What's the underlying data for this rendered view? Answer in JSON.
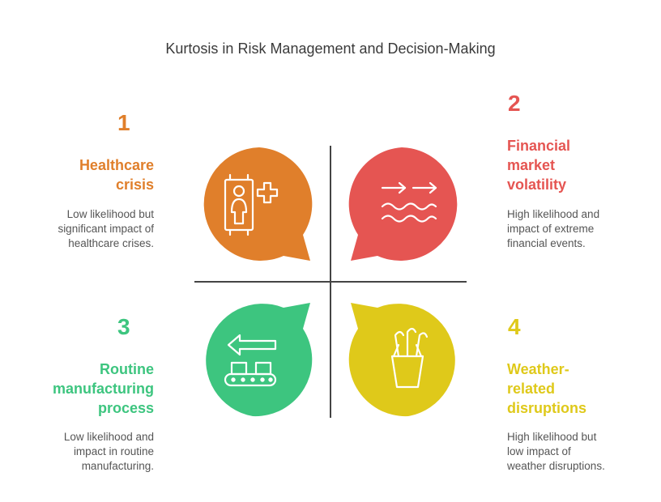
{
  "title": "Kurtosis in Risk Management and Decision-Making",
  "colors": {
    "q1": "#e07f2b",
    "q2": "#e55552",
    "q3": "#3dc57f",
    "q4": "#dfc91a",
    "axis": "#444444",
    "text": "#555555"
  },
  "quadrants": [
    {
      "number": "1",
      "heading": [
        "Healthcare",
        "crisis"
      ],
      "description": [
        "Low likelihood but",
        "significant impact of",
        "healthcare crises."
      ],
      "icon": "healthcare-worker-icon"
    },
    {
      "number": "2",
      "heading": [
        "Financial",
        "market",
        "volatility"
      ],
      "description": [
        "High likelihood and",
        "impact of extreme",
        "financial events."
      ],
      "icon": "market-waves-icon"
    },
    {
      "number": "3",
      "heading": [
        "Routine",
        "manufacturing",
        "process"
      ],
      "description": [
        "Low likelihood and",
        "impact in routine",
        "manufacturing."
      ],
      "icon": "conveyor-belt-icon"
    },
    {
      "number": "4",
      "heading": [
        "Weather-",
        "related",
        "disruptions"
      ],
      "description": [
        "High likelihood but",
        "low impact of",
        "weather disruptions."
      ],
      "icon": "umbrellas-icon"
    }
  ]
}
